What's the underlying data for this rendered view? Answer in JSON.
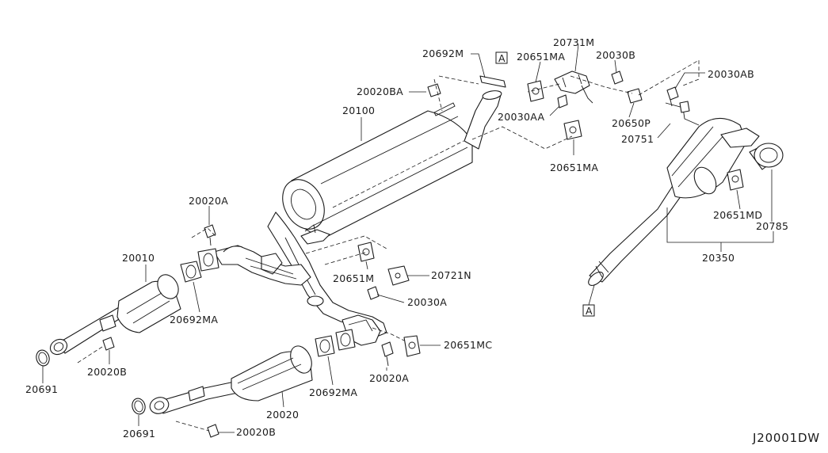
{
  "diagram": {
    "code": "J20001DW",
    "ref_mark": "A",
    "labels": {
      "p20692M": "20692M",
      "p20731M": "20731M",
      "p20651MA_top": "20651MA",
      "p20030B": "20030B",
      "p20030AB": "20030AB",
      "p20020BA": "20020BA",
      "p20100": "20100",
      "p20030AA": "20030AA",
      "p20650P": "20650P",
      "p20751": "20751",
      "p20651MA_mid": "20651MA",
      "p20020A_top": "20020A",
      "p20651MD": "20651MD",
      "p20785": "20785",
      "p20010": "20010",
      "p20350": "20350",
      "p20651M": "20651M",
      "p20721N": "20721N",
      "p20692MA_left": "20692MA",
      "p20030A": "20030A",
      "p20651MC": "20651MC",
      "p20020B_left": "20020B",
      "p20020A_bottom": "20020A",
      "p20691_left": "20691",
      "p20692MA_bottom": "20692MA",
      "p20020": "20020",
      "p20691_bottom": "20691",
      "p20020B_bottom": "20020B"
    }
  }
}
